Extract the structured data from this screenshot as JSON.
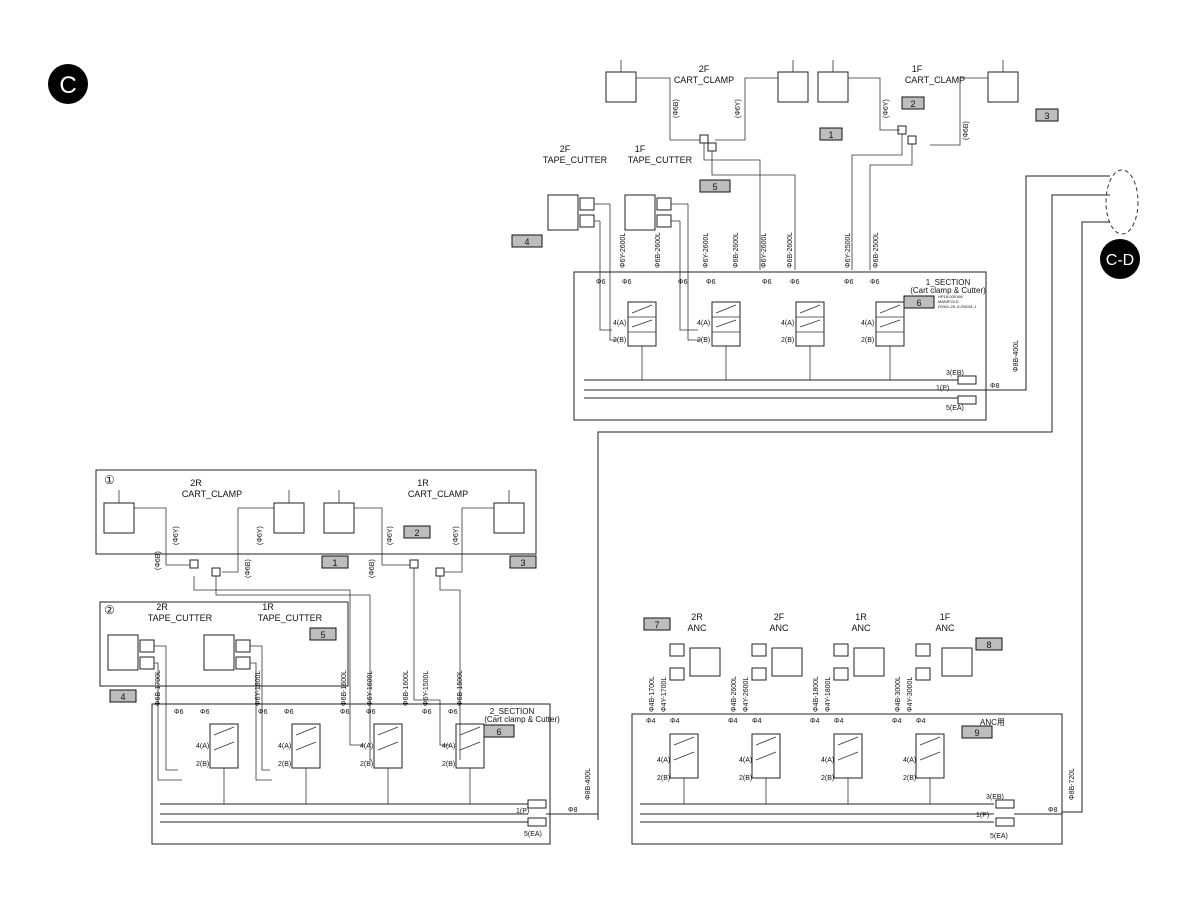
{
  "page_badge": "C",
  "link_badge": "C-D",
  "colors": {
    "line": "#222222",
    "tag_fill": "#bdbdbd",
    "badge": "#000000"
  },
  "section1": {
    "title": "1_SECTION",
    "subtitle": "(Cart clamp & Cutter)",
    "tag": "6",
    "manifold_text": [
      "HP16-000166",
      "MANIFOLD",
      "DVM1-2S-G-R0091-1"
    ],
    "clamp_2f": "2F\nCART_CLAMP",
    "clamp_1f": "1F\nCART_CLAMP",
    "cutter_2f": "2F\nTAPE_CUTTER",
    "cutter_1f": "1F\nTAPE_CUTTER",
    "tags": [
      "1",
      "2",
      "3",
      "4",
      "5"
    ],
    "tubes": [
      "Φ6Y-2600L",
      "Φ6B-2600L",
      "Φ6Y-2600L",
      "Φ6B-2600L",
      "Φ6Y-2600L",
      "Φ6B-2600L",
      "Φ6Y-2500L",
      "Φ6B-2500L"
    ],
    "supply_tube": "Φ8B-400L",
    "port_eb": "3(EB)",
    "port_p": "1(P)",
    "port_ea": "5(EA)"
  },
  "section2": {
    "circle_1": "①",
    "circle_2": "②",
    "title": "2_SECTION",
    "subtitle": "(Cart clamp & Cutter)",
    "tag": "6",
    "clamp_2r": "2R\nCART_CLAMP",
    "clamp_1r": "1R\nCART_CLAMP",
    "cutter_2r": "2R\nTAPE_CUTTER",
    "cutter_1r": "1R\nTAPE_CUTTER",
    "tubes": [
      "Φ6B-1700L",
      "Φ6Y-1800L",
      "Φ6B-1600L",
      "Φ6Y-1600L",
      "Φ6B-1600L",
      "Φ6Y-1500L",
      "Φ6B-1500L"
    ],
    "supply_tube": "Φ8B-400L",
    "port_p": "1(P)",
    "port_ea": "5(EA)"
  },
  "anc": {
    "title": "ANC用",
    "tag": "9",
    "tag_left": "7",
    "tag_right": "8",
    "units": [
      "2R\nANC",
      "2F\nANC",
      "1R\nANC",
      "1F\nANC"
    ],
    "tubes": [
      "Φ4B-1700L",
      "Φ4Y-1700L",
      "Φ4B-2600L",
      "Φ4Y-2600L",
      "Φ4B-1800L",
      "Φ4Y-1800L",
      "Φ4B-3000L",
      "Φ4Y-3000L"
    ],
    "supply_tube": "Φ8B-720L",
    "port_eb": "3(EB)",
    "port_p": "1(P)",
    "port_ea": "5(EA)"
  },
  "labels": {
    "phi6": "Φ6",
    "phi4": "Φ4",
    "phi8": "Φ8",
    "phi6b": "(Φ6B)",
    "phi6y": "(Φ6Y)",
    "port_a": "4(A)",
    "port_b": "2(B)"
  }
}
